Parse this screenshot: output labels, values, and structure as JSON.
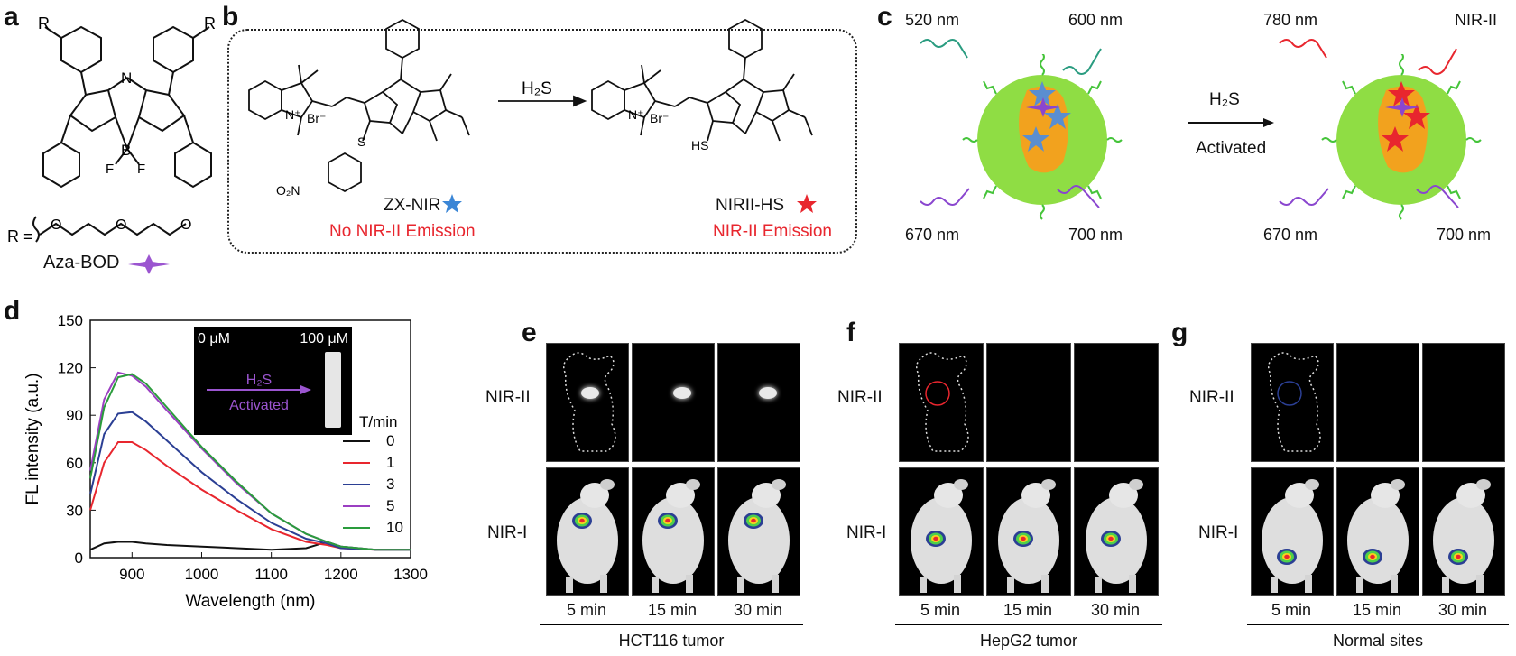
{
  "panels": {
    "a": {
      "letter": "a",
      "r_label": "R",
      "r_def": "R =",
      "atoms": {
        "N": "N",
        "B": "B",
        "F": "F"
      },
      "compound": "Aza-BOD"
    },
    "b": {
      "letter": "b",
      "arrow_label": "H₂S",
      "left_name": "ZX-NIR",
      "left_note": "No NIR-II Emission",
      "right_name": "NIRII-HS",
      "right_note": "NIR-II Emission",
      "br": "Br⁻",
      "n_plus": "N⁺",
      "sh": "HS",
      "s": "S",
      "o2n": "O₂N"
    },
    "c": {
      "letter": "c",
      "left_top_in": "520 nm",
      "left_top_out": "600 nm",
      "left_bot_in": "670 nm",
      "left_bot_out": "700 nm",
      "right_top_in": "780 nm",
      "right_top_out": "NIR-II",
      "right_bot_in": "670 nm",
      "right_bot_out": "700 nm",
      "arrow_top": "H₂S",
      "arrow_bot": "Activated"
    },
    "d": {
      "letter": "d"
    },
    "e": {
      "letter": "e",
      "group": "HCT116 tumor"
    },
    "f": {
      "letter": "f",
      "group": "HepG2 tumor"
    },
    "g": {
      "letter": "g",
      "group": "Normal sites"
    },
    "rows": {
      "nir2": "NIR-II",
      "nir1": "NIR-I"
    },
    "times": [
      "5 min",
      "15 min",
      "30 min"
    ]
  },
  "chart_data": {
    "type": "line",
    "xlabel": "Wavelength (nm)",
    "ylabel": "FL intensity (a.u.)",
    "xlim": [
      840,
      1300
    ],
    "ylim": [
      0,
      150
    ],
    "xticks": [
      900,
      1000,
      1100,
      1200,
      1300
    ],
    "yticks": [
      0,
      30,
      60,
      90,
      120,
      150
    ],
    "legend_title": "T/min",
    "legend_position": "right",
    "inset": {
      "left": "0 μM",
      "right": "100 μM",
      "arrow_top": "H₂S",
      "arrow_bot": "Activated"
    },
    "x": [
      840,
      860,
      880,
      900,
      920,
      950,
      1000,
      1050,
      1100,
      1150,
      1180,
      1200,
      1250,
      1300
    ],
    "series": [
      {
        "name": "0",
        "color": "#111111",
        "values": [
          5,
          9,
          10,
          10,
          9,
          8,
          7,
          6,
          5,
          6,
          10,
          7,
          5,
          5
        ]
      },
      {
        "name": "1",
        "color": "#e8262e",
        "values": [
          30,
          60,
          73,
          73,
          68,
          58,
          43,
          30,
          18,
          10,
          8,
          6,
          5,
          5
        ]
      },
      {
        "name": "3",
        "color": "#2b3f94",
        "values": [
          40,
          78,
          91,
          92,
          86,
          74,
          54,
          37,
          22,
          12,
          9,
          6,
          5,
          5
        ]
      },
      {
        "name": "5",
        "color": "#9b3fc2",
        "values": [
          55,
          100,
          117,
          115,
          108,
          93,
          69,
          47,
          28,
          15,
          10,
          7,
          5,
          5
        ]
      },
      {
        "name": "10",
        "color": "#2a9c3c",
        "values": [
          50,
          95,
          114,
          116,
          110,
          95,
          70,
          48,
          28,
          15,
          10,
          7,
          5,
          5
        ]
      }
    ]
  }
}
